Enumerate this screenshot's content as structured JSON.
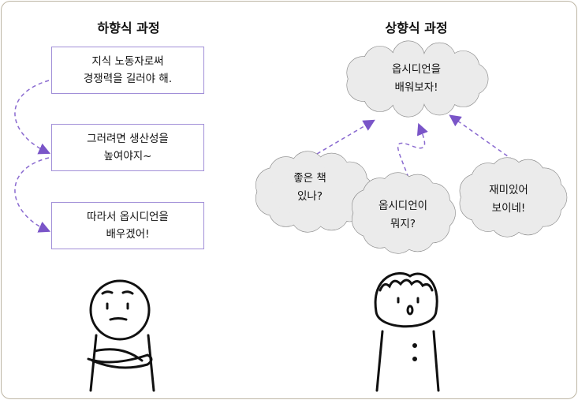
{
  "left": {
    "title": "하향식 과정",
    "steps": [
      {
        "line1": "지식 노동자로써",
        "line2": "경쟁력을 길러야 해."
      },
      {
        "line1": "그러려면 생산성을",
        "line2": "높여야지~"
      },
      {
        "line1": "따라서 옵시디언을",
        "line2": "배우겠어!"
      }
    ]
  },
  "right": {
    "title": "상향식 과정",
    "goal": {
      "line1": "옵시디언을",
      "line2": "배워보자!"
    },
    "thoughts": [
      {
        "line1": "좋은 책",
        "line2": "있나?"
      },
      {
        "line1": "옵시디언이",
        "line2": "뭐지?"
      },
      {
        "line1": "재미있어",
        "line2": "보이네!"
      }
    ]
  },
  "colors": {
    "accent": "#7a55c8",
    "cloud": "#ebebeb",
    "frame": "#bdb6a4"
  }
}
